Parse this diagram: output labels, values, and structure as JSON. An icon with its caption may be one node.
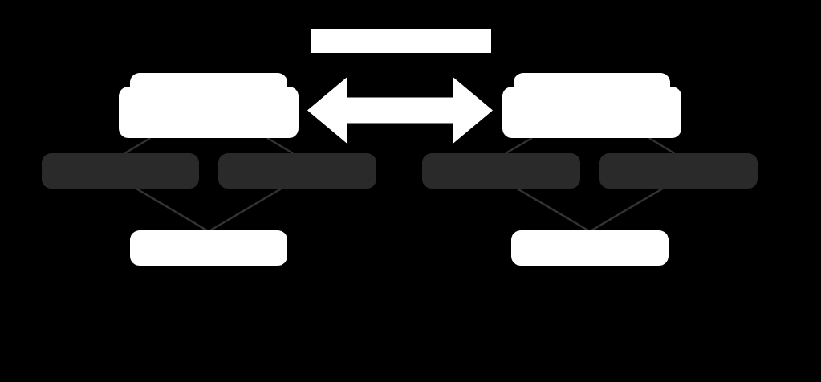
{
  "diagram": {
    "nodes": [
      {
        "text": [],
        "shape": "bar"
      },
      {
        "text": [],
        "shape": "box"
      },
      {
        "text": [],
        "shape": "box"
      },
      {
        "text": [],
        "shape": "box"
      },
      {
        "text": [],
        "shape": "box"
      },
      {
        "text": [],
        "shape": "box"
      },
      {
        "text": [],
        "shape": "box"
      },
      {
        "text": [],
        "shape": "box"
      },
      {
        "text": [],
        "shape": "box"
      }
    ],
    "edges": [
      {
        "from": 1,
        "to": 5,
        "arrow": "both",
        "style": "thick",
        "color": "#ffffff"
      },
      {
        "from": 1,
        "to": 2,
        "arrow": "none"
      },
      {
        "from": 1,
        "to": 3,
        "arrow": "none"
      },
      {
        "from": 2,
        "to": 4,
        "arrow": "none"
      },
      {
        "from": 3,
        "to": 4,
        "arrow": "none"
      },
      {
        "from": 5,
        "to": 6,
        "arrow": "none"
      },
      {
        "from": 5,
        "to": 7,
        "arrow": "none"
      },
      {
        "from": 6,
        "to": 8,
        "arrow": "none"
      },
      {
        "from": 7,
        "to": 8,
        "arrow": "none"
      }
    ]
  }
}
